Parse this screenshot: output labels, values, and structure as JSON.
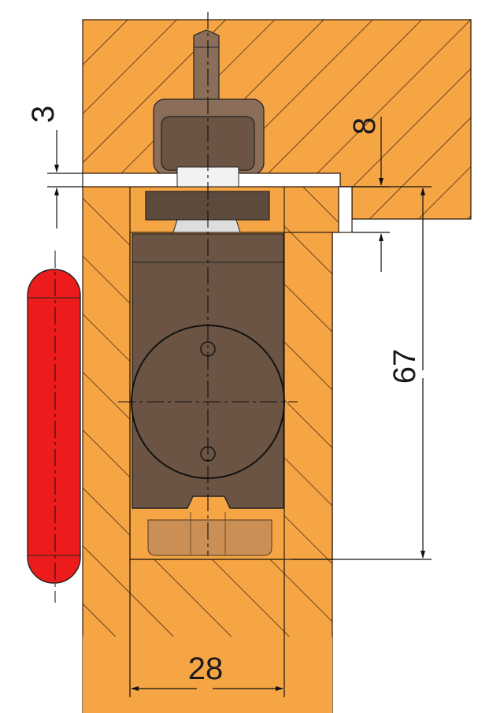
{
  "colors": {
    "frame": "#F6A545",
    "frame_light": "#FBD29A",
    "hatch": "#2a1a0a",
    "body": "#6B5444",
    "body_light": "#8A6E59",
    "washer": "#DDDDDD",
    "nut": "#5C4A3C",
    "cap": "#C98F55",
    "handle": "#EC1C1C",
    "line": "#111111"
  },
  "dimensions": {
    "gap_top": "3",
    "offset": "8",
    "height": "67",
    "width": "28"
  }
}
